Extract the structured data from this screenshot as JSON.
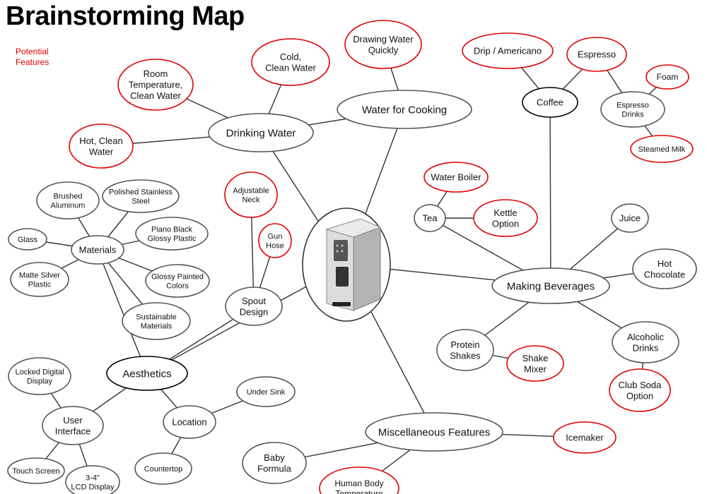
{
  "title": "Brainstorming Map",
  "legend": "Potential Features",
  "colors": {
    "potential": "#e00000",
    "key": "#000000",
    "normal": "#555555",
    "edge": "#333333"
  },
  "product_image": "water-dispenser-appliance",
  "nodes": [
    {
      "id": "room",
      "text": "Room Temperature, Clean Water",
      "style": "potential"
    },
    {
      "id": "cold",
      "text": "Cold, Clean Water",
      "style": "potential"
    },
    {
      "id": "drawing",
      "text": "Drawing Water Quickly",
      "style": "potential"
    },
    {
      "id": "drip",
      "text": "Drip / Americano",
      "style": "potential"
    },
    {
      "id": "espresso",
      "text": "Espresso",
      "style": "potential"
    },
    {
      "id": "foam",
      "text": "Foam",
      "style": "potential"
    },
    {
      "id": "espdrinks",
      "text": "Espresso Drinks",
      "style": "normal"
    },
    {
      "id": "steamed",
      "text": "Steamed Milk",
      "style": "potential"
    },
    {
      "id": "coffee",
      "text": "Coffee",
      "style": "key"
    },
    {
      "id": "cooking",
      "text": "Water for Cooking",
      "style": "normal"
    },
    {
      "id": "drinking",
      "text": "Drinking Water",
      "style": "normal"
    },
    {
      "id": "hotclean",
      "text": "Hot, Clean Water",
      "style": "potential"
    },
    {
      "id": "brushed",
      "text": "Brushed Aluminum",
      "style": "normal"
    },
    {
      "id": "polished",
      "text": "Polished Stainless Steel",
      "style": "normal"
    },
    {
      "id": "adjneck",
      "text": "Adjustable Neck",
      "style": "potential"
    },
    {
      "id": "boiler",
      "text": "Water Boiler",
      "style": "potential"
    },
    {
      "id": "tea",
      "text": "Tea",
      "style": "normal"
    },
    {
      "id": "kettle",
      "text": "Kettle Option",
      "style": "potential"
    },
    {
      "id": "juice",
      "text": "Juice",
      "style": "normal"
    },
    {
      "id": "glass",
      "text": "Glass",
      "style": "normal"
    },
    {
      "id": "materials",
      "text": "Materials",
      "style": "normal"
    },
    {
      "id": "piano",
      "text": "Piano Black Glossy Plastic",
      "style": "normal"
    },
    {
      "id": "gunhose",
      "text": "Gun Hose",
      "style": "potential"
    },
    {
      "id": "matte",
      "text": "Matte Silver Plastic",
      "style": "normal"
    },
    {
      "id": "glossypaint",
      "text": "Glossy Painted Colors",
      "style": "normal"
    },
    {
      "id": "hotchoc",
      "text": "Hot Chocolate",
      "style": "normal"
    },
    {
      "id": "making",
      "text": "Making Beverages",
      "style": "normal"
    },
    {
      "id": "spout",
      "text": "Spout Design",
      "style": "normal"
    },
    {
      "id": "sustain",
      "text": "Sustainable Materials",
      "style": "normal"
    },
    {
      "id": "protein",
      "text": "Protein Shakes",
      "style": "normal"
    },
    {
      "id": "shake",
      "text": "Shake Mixer",
      "style": "potential"
    },
    {
      "id": "alcohol",
      "text": "Alcoholic Drinks",
      "style": "normal"
    },
    {
      "id": "locked",
      "text": "Locked Digital Display",
      "style": "normal"
    },
    {
      "id": "aesthetics",
      "text": "Aesthetics",
      "style": "key"
    },
    {
      "id": "clubsoda",
      "text": "Club Soda Option",
      "style": "potential"
    },
    {
      "id": "undersink",
      "text": "Under Sink",
      "style": "normal"
    },
    {
      "id": "ui",
      "text": "User Interface",
      "style": "normal"
    },
    {
      "id": "location",
      "text": "Location",
      "style": "normal"
    },
    {
      "id": "misc",
      "text": "Miscellaneous Features",
      "style": "normal"
    },
    {
      "id": "icemaker",
      "text": "Icemaker",
      "style": "potential"
    },
    {
      "id": "baby",
      "text": "Baby Formula",
      "style": "normal"
    },
    {
      "id": "touch",
      "text": "Touch Screen",
      "style": "normal"
    },
    {
      "id": "lcd",
      "text": "3-4\" LCD Display",
      "style": "normal"
    },
    {
      "id": "counter",
      "text": "Countertop",
      "style": "normal"
    },
    {
      "id": "humanbody",
      "text": "Human Body Temperature",
      "style": "potential"
    }
  ],
  "edges": [
    [
      "room",
      "drinking"
    ],
    [
      "cold",
      "drinking"
    ],
    [
      "hotclean",
      "drinking"
    ],
    [
      "drinking",
      "cooking"
    ],
    [
      "drawing",
      "cooking"
    ],
    [
      "cooking",
      "center"
    ],
    [
      "drinking",
      "center"
    ],
    [
      "drip",
      "coffee"
    ],
    [
      "espresso",
      "coffee"
    ],
    [
      "coffee",
      "making"
    ],
    [
      "foam",
      "espdrinks"
    ],
    [
      "espdrinks",
      "steamed"
    ],
    [
      "espresso",
      "espdrinks"
    ],
    [
      "boiler",
      "tea"
    ],
    [
      "tea",
      "kettle"
    ],
    [
      "tea",
      "making"
    ],
    [
      "juice",
      "making"
    ],
    [
      "hotchoc",
      "making"
    ],
    [
      "alcohol",
      "making"
    ],
    [
      "alcohol",
      "clubsoda"
    ],
    [
      "protein",
      "making"
    ],
    [
      "protein",
      "shake"
    ],
    [
      "center",
      "making"
    ],
    [
      "brushed",
      "materials"
    ],
    [
      "polished",
      "materials"
    ],
    [
      "glass",
      "materials"
    ],
    [
      "piano",
      "materials"
    ],
    [
      "matte",
      "materials"
    ],
    [
      "glossypaint",
      "materials"
    ],
    [
      "sustain",
      "materials"
    ],
    [
      "materials",
      "aesthetics"
    ],
    [
      "adjneck",
      "spout"
    ],
    [
      "gunhose",
      "spout"
    ],
    [
      "spout",
      "aesthetics"
    ],
    [
      "center",
      "aesthetics"
    ],
    [
      "aesthetics",
      "ui"
    ],
    [
      "aesthetics",
      "location"
    ],
    [
      "locked",
      "ui"
    ],
    [
      "ui",
      "touch"
    ],
    [
      "ui",
      "lcd"
    ],
    [
      "location",
      "undersink"
    ],
    [
      "location",
      "counter"
    ],
    [
      "center",
      "misc"
    ],
    [
      "misc",
      "icemaker"
    ],
    [
      "misc",
      "baby"
    ],
    [
      "misc",
      "humanbody"
    ]
  ]
}
